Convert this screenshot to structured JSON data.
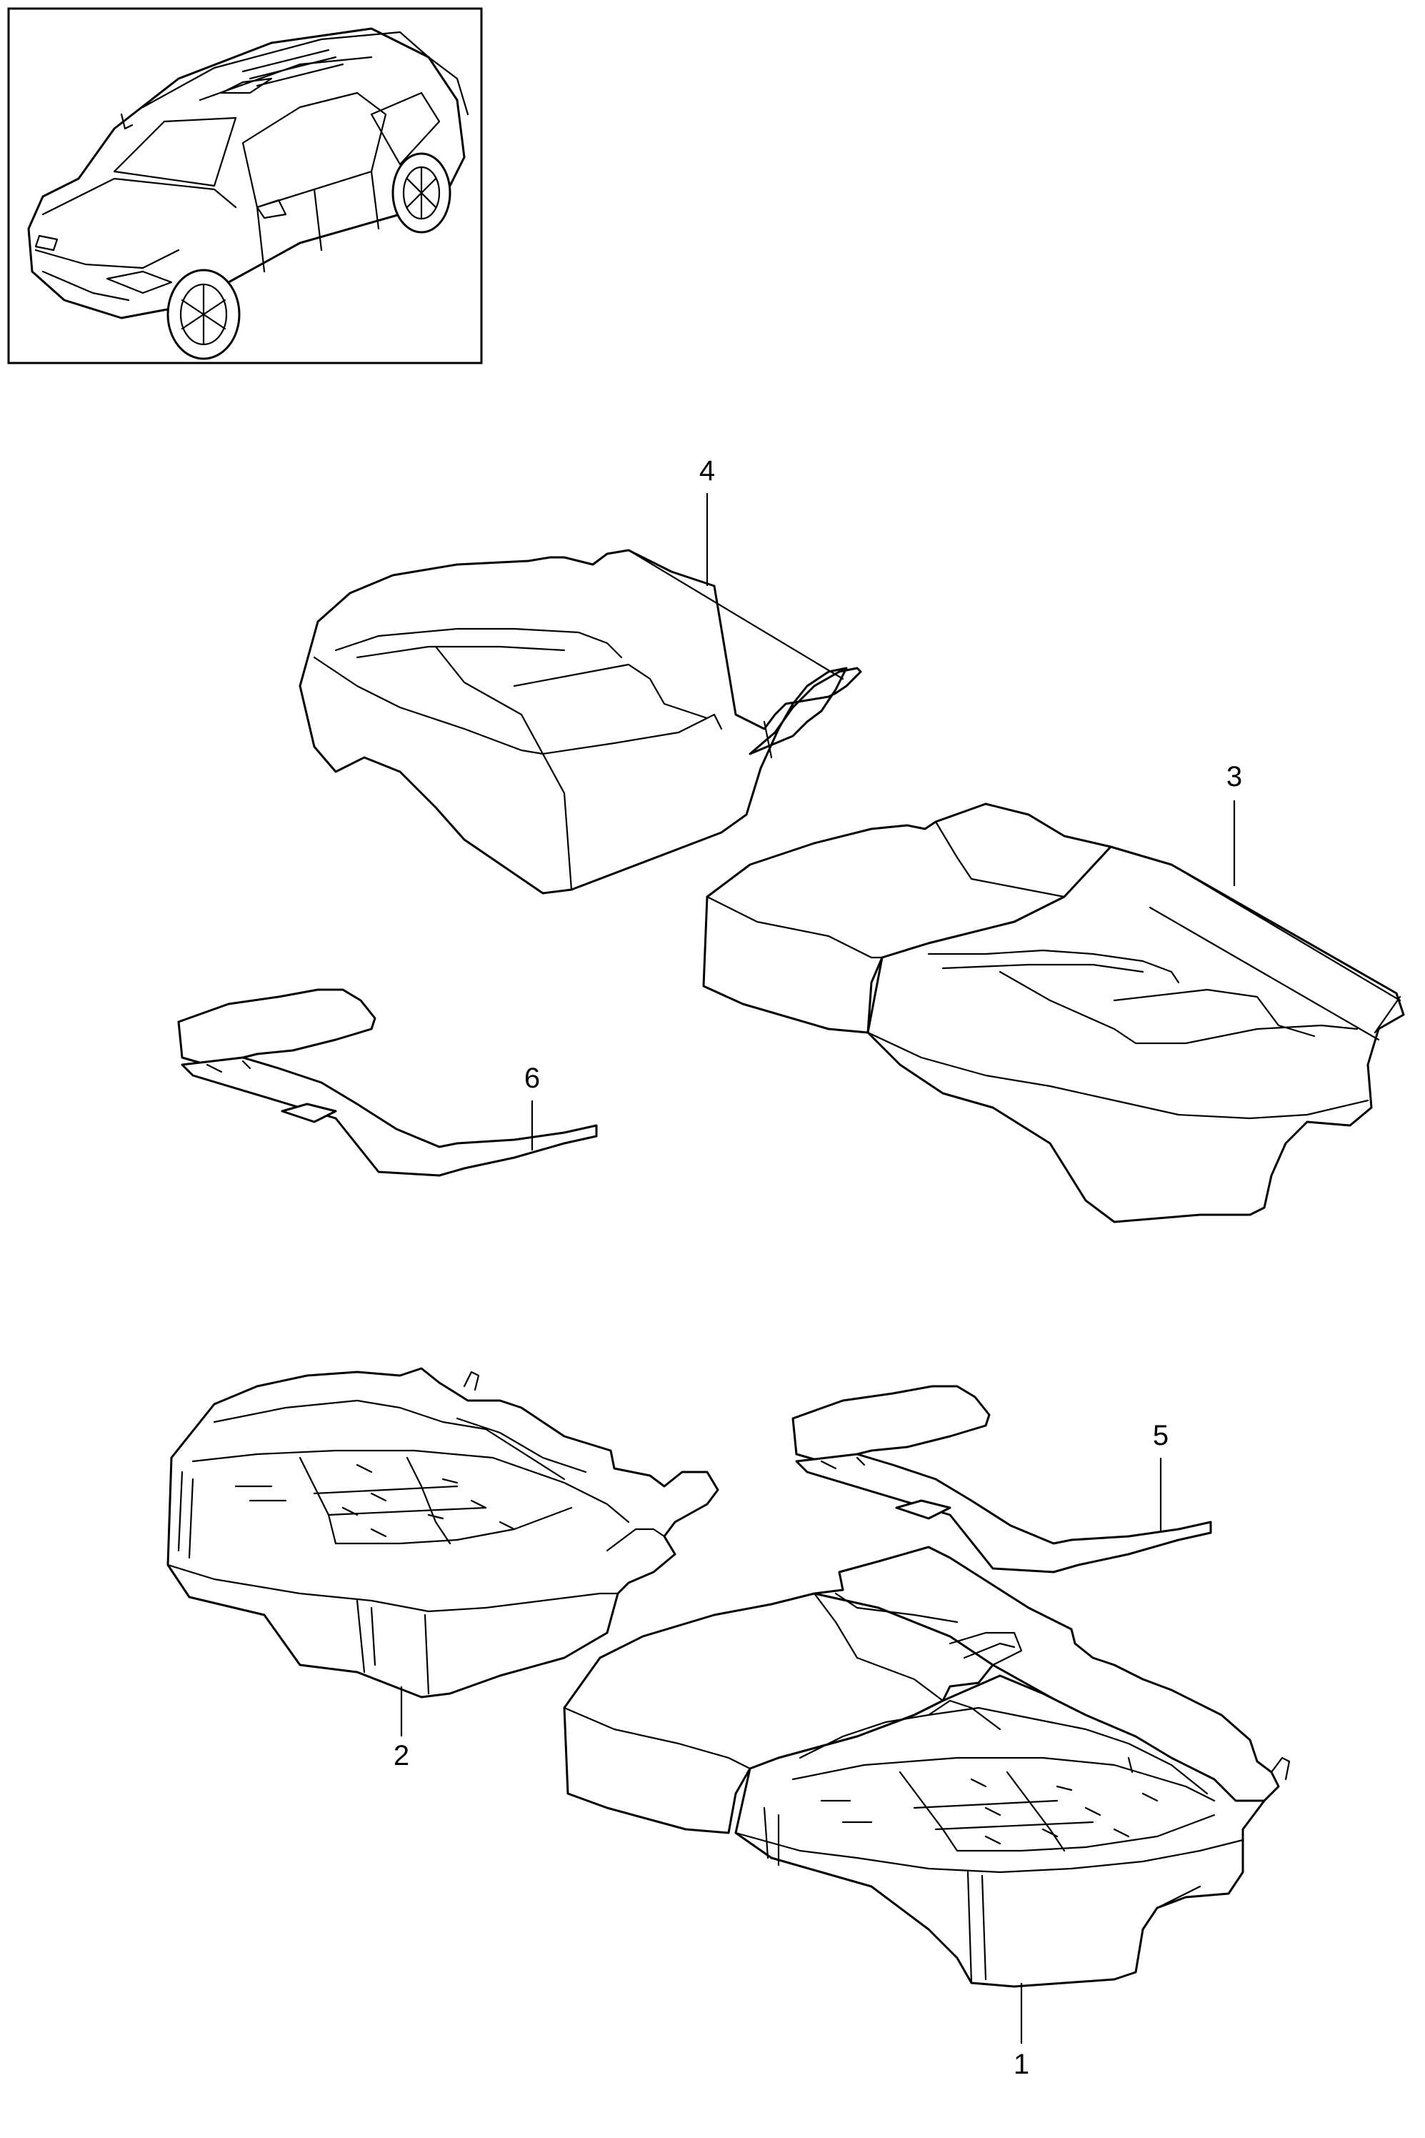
{
  "callouts": {
    "c1": "1",
    "c2": "2",
    "c3": "3",
    "c4": "4",
    "c5": "5",
    "c6": "6"
  },
  "icons": {
    "vehicle": "vehicle-thumbnail-icon"
  },
  "colors": {
    "line": "#000000",
    "background": "#ffffff"
  }
}
